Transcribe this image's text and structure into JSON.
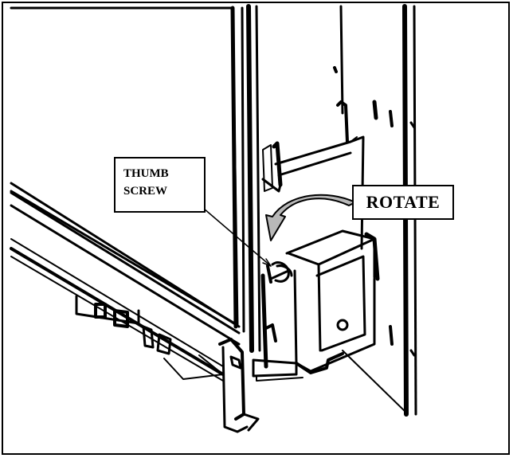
{
  "labels": {
    "thumb_line1": "THUMB",
    "thumb_line2": "SCREW",
    "rotate": "ROTATE"
  },
  "colors": {
    "line": "#000000",
    "arrow_fill": "#b8b8b8",
    "background": "#ffffff"
  }
}
